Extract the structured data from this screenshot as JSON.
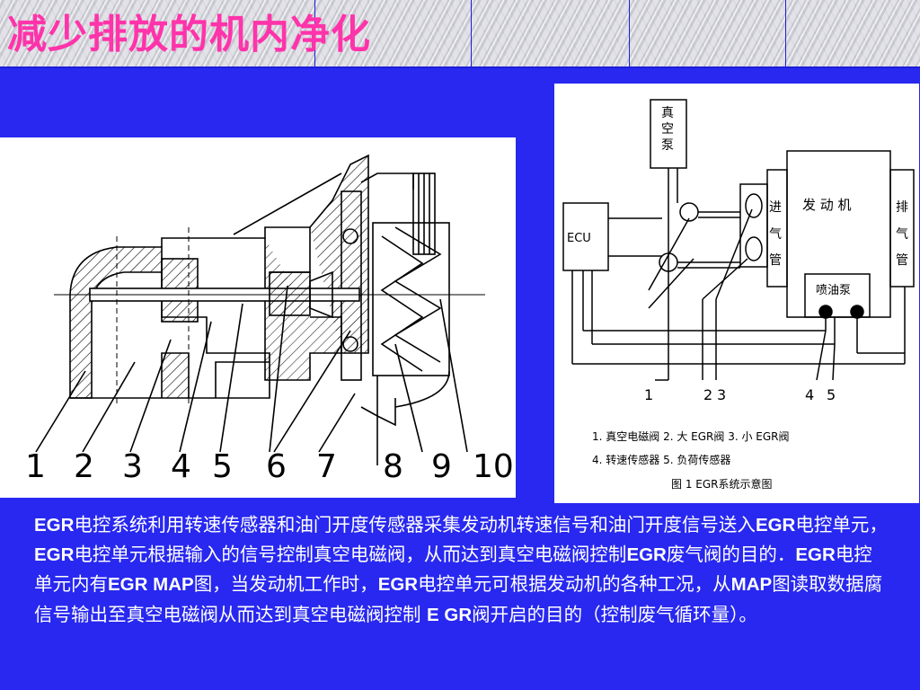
{
  "slide": {
    "title": "减少排放的机内净化"
  },
  "left_figure": {
    "labels": [
      "1",
      "2",
      "3",
      "4",
      "5",
      "6",
      "7",
      "8",
      "9",
      "10"
    ]
  },
  "right_figure": {
    "vacuum_pump": [
      "真",
      "空",
      "泵"
    ],
    "ecu": "ECU",
    "engine": "发 动 机",
    "intake": [
      "进",
      "气",
      "管"
    ],
    "exhaust": [
      "排",
      "气",
      "管"
    ],
    "injection_pump": "喷油泵",
    "numbers": [
      "1",
      "2",
      "3",
      "4",
      "5"
    ],
    "legend_line1": "1. 真空电磁阀   2. 大 EGR阀   3. 小 EGR阀",
    "legend_line2": "4. 转速传感器   5. 负荷传感器",
    "caption": "图 1    EGR系统示意图"
  },
  "paragraph": {
    "s1": "EGR",
    "s2": "电控系统利用转速传感器和油门开度传感器采集发动机转速信号和油门开度信号送入",
    "s3": "EGR",
    "s4": "电控单元，",
    "s5": "EGR",
    "s6": "电控单元根据输入的信号控制真空电磁阀，从而达到真空电磁阀控制",
    "s7": "EGR",
    "s8": "废气阀的目的．",
    "s9": "EGR",
    "s10": "电控单元内有",
    "s11": "EGR MAP",
    "s12": "图，当发动机工作时，",
    "s13": "EGR",
    "s14": "电控单元可根据发动机的各种工况，从",
    "s15": "MAP",
    "s16": "图读取数据腐信号输出至真空电磁阀从而达到真空电磁阀控制 ",
    "s17": "E GR",
    "s18": "阀开启的目的（控制废气循环量）。"
  }
}
